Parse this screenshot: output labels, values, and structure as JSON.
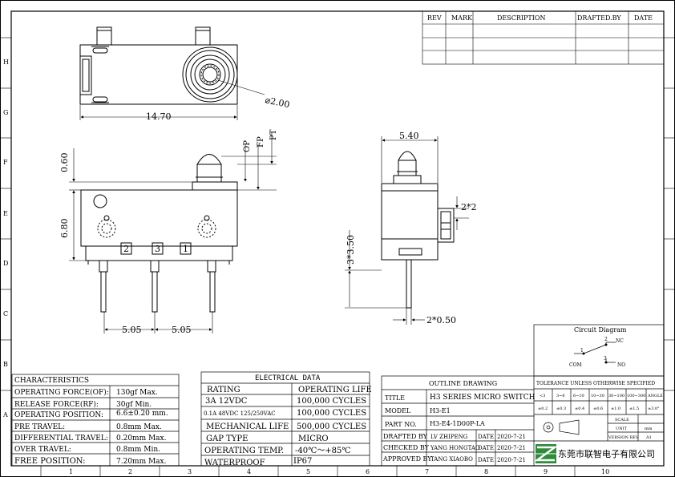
{
  "frame": {
    "row_labels": [
      "H",
      "G",
      "F",
      "E",
      "D",
      "C",
      "B",
      "A"
    ],
    "col_labels": [
      "1",
      "2",
      "3",
      "4",
      "5",
      "6",
      "7",
      "8",
      "9",
      "10"
    ]
  },
  "revision_table": {
    "headers": [
      "REV",
      "MARK",
      "DESCRIPTION",
      "DRAFTED.BY",
      "DATE"
    ]
  },
  "dimensions": {
    "top_width": "14.70",
    "hole_dia": "⌀2.00",
    "front_v1": "0.60",
    "front_v2": "6.80",
    "op": "OP",
    "fp": "FP",
    "pt": "PT",
    "pitch1": "5.05",
    "pitch2": "5.05",
    "side_width": "5.40",
    "side_small": "2*2",
    "side_height": "3*3.50",
    "side_pin": "2*0.50",
    "pin_labels": [
      "2",
      "3",
      "1"
    ]
  },
  "characteristics": {
    "title": "CHARACTERISTICS",
    "rows": [
      {
        "label": "OPERATING FORCE(OF):",
        "value": "130gf Max."
      },
      {
        "label": "RELEASE FORCE(RF):",
        "value": "30gf Min."
      },
      {
        "label": "OPERATING POSITION:",
        "value": "6.6±0.20 mm."
      },
      {
        "label": "PRE TRAVEL:",
        "value": "0.8mm Max."
      },
      {
        "label": "DIFFERENTIAL TRAVEL:",
        "value": "0.20mm Max."
      },
      {
        "label": "OVER TRAVEL:",
        "value": "0.8mm Min."
      },
      {
        "label": "FREE POSITION:",
        "value": "7.20mm Max."
      }
    ]
  },
  "electrical": {
    "title": "ELECTRICAL DATA",
    "headers": [
      "RATING",
      "OPERATING LIFE"
    ],
    "rows": [
      {
        "rating": "3A 12VDC",
        "life": "100,000 CYCLES"
      },
      {
        "rating": "0.1A 48VDC 125/250VAC",
        "life": "100,000 CYCLES"
      }
    ],
    "specs": [
      {
        "label": "MECHANICAL LIFE",
        "value": "500,000 CYCLES"
      },
      {
        "label": "GAP TYPE",
        "value": "MICRO"
      },
      {
        "label": "OPERATING TEMP.",
        "value": "-40℃～+85℃"
      },
      {
        "label": "WATERPROOF",
        "value": "IP67"
      }
    ]
  },
  "circuit": {
    "title": "Circuit Diagram",
    "nc": "NC",
    "no": "NO",
    "com": "COM",
    "pin2": "2",
    "pin1": "1",
    "pin3": "3"
  },
  "tolerance": {
    "title": "TOLERANCE UNLESS OTHERWISE SPECIFIED",
    "ranges": [
      "<3",
      "3~6",
      "6~10",
      "10~30",
      "30~100",
      "100~300",
      "ANGLE"
    ],
    "values": [
      "±0.2",
      "±0.3",
      "±0.4",
      "±0.6",
      "±1.0",
      "±1.5",
      "±3.0°"
    ]
  },
  "title_block": {
    "outline_drawing": "OUTLINE DRAWING",
    "title_label": "TITLE",
    "title_value": "H3 SERIES MICRO SWITCH",
    "model_label": "MODEL",
    "model_value": "H3-E1",
    "part_label": "PART NO.",
    "part_value": "H3-E4-1D00P-LA",
    "drafted_label": "DRAFTED BY",
    "drafted_value": "LV ZHIPENG",
    "checked_label": "CHECKED BY",
    "checked_value": "YANG HONGTAO",
    "approved_label": "APPROVED BY",
    "approved_value": "TANG XIAOBO",
    "date_label": "DATE",
    "date_value": "2020-7-21",
    "scale_label": "SCALE",
    "unit_label": "UNIT",
    "unit_value": "mm",
    "version_label": "VERSION REV",
    "version_value": "A1",
    "company": "东莞市联智电子有限公司"
  }
}
